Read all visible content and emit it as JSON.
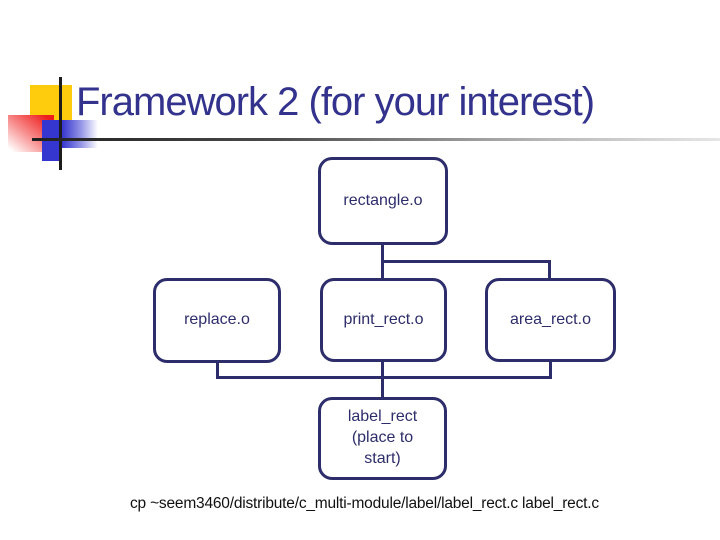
{
  "slide": {
    "title": "Framework 2 (for your interest)",
    "caption": "cp ~seem3460/distribute/c_multi-module/label/label_rect.c label_rect.c"
  },
  "diagram": {
    "top_node": {
      "label": "rectangle.o"
    },
    "middle_nodes": [
      {
        "label": "replace.o"
      },
      {
        "label": "print_rect.o"
      },
      {
        "label": "area_rect.o"
      }
    ],
    "bottom_node": {
      "lines": [
        "label_rect",
        "(place to",
        "start)"
      ]
    }
  },
  "colors": {
    "diagram_navy": "#2d2d6b",
    "title_navy": "#33338e",
    "accent_yellow": "#ffcc0d",
    "accent_red": "#ee1c1c",
    "accent_blue": "#3535cf",
    "caption_black": "#111111"
  }
}
